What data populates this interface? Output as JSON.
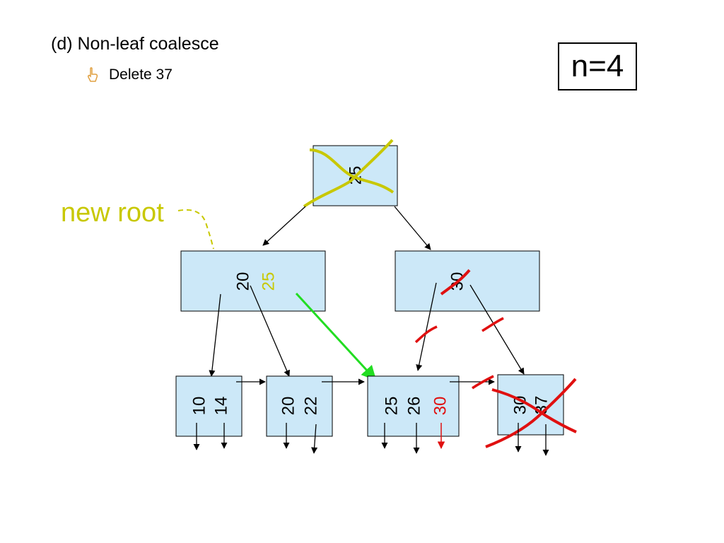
{
  "slide": {
    "heading": "(d) Non-leaf coalesce",
    "bullet": "Delete 37",
    "param": "n=4",
    "note": "new root"
  },
  "tree": {
    "old_root": {
      "keys": [
        "25"
      ]
    },
    "internal_left": {
      "keys": [
        "20",
        "25"
      ],
      "inserted_key": "25"
    },
    "internal_right": {
      "keys": [
        "30"
      ]
    },
    "leaves": [
      {
        "keys": [
          "10",
          "14"
        ]
      },
      {
        "keys": [
          "20",
          "22"
        ]
      },
      {
        "keys": [
          "25",
          "26",
          "30"
        ],
        "moved_key": "30"
      },
      {
        "keys": [
          "30",
          "37"
        ]
      }
    ]
  },
  "colors": {
    "node_fill": "#cce8f8",
    "annotation_yellow": "#c8c800",
    "strike_red": "#e01010",
    "moved_red": "#e01010",
    "new_pointer_green": "#22dd22"
  },
  "icons": {
    "bullet": "hand-pointer-icon"
  }
}
